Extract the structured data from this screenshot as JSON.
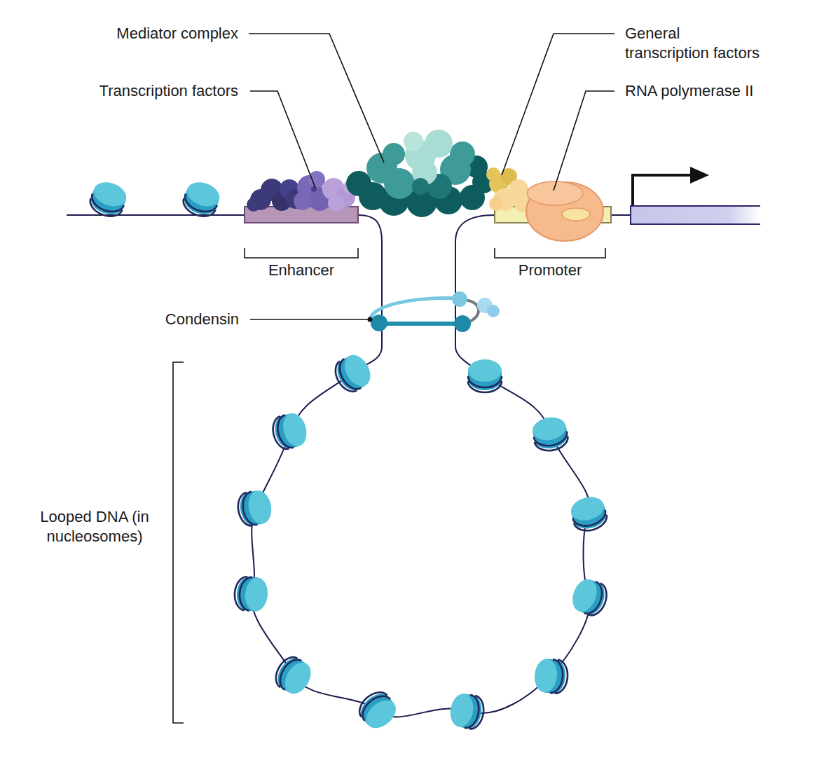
{
  "diagram": {
    "labels": [
      "Mediator complex",
      "General transcription factors",
      "Transcription factors",
      "RNA polymerase II",
      "Enhancer",
      "Promoter",
      "Condensin",
      "Looped DNA (in nucleosomes)"
    ]
  }
}
